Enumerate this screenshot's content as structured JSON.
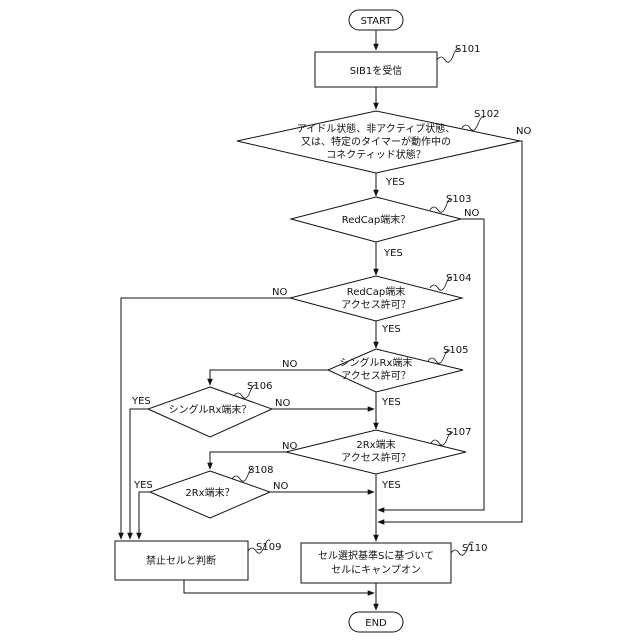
{
  "flowchart": {
    "start_label": "START",
    "end_label": "END",
    "s101": {
      "step": "S101",
      "lines": [
        "SIB1を受信"
      ]
    },
    "s102": {
      "step": "S102",
      "lines": [
        "アイドル状態、非アクティブ状態、",
        "又は、特定のタイマーが動作中の",
        "コネクティッド状態？"
      ]
    },
    "s103": {
      "step": "S103",
      "lines": [
        "RedCap端末？"
      ]
    },
    "s104": {
      "step": "S104",
      "lines": [
        "RedCap端末",
        "アクセス許可？"
      ]
    },
    "s105": {
      "step": "S105",
      "lines": [
        "シングルRx端末",
        "アクセス許可？"
      ]
    },
    "s106": {
      "step": "S106",
      "lines": [
        "シングルRx端末？"
      ]
    },
    "s107": {
      "step": "S107",
      "lines": [
        "2Rx端末",
        "アクセス許可？"
      ]
    },
    "s108": {
      "step": "S108",
      "lines": [
        "2Rx端末？"
      ]
    },
    "s109": {
      "step": "S109",
      "lines": [
        "禁止セルと判断"
      ]
    },
    "s110": {
      "step": "S110",
      "lines": [
        "セル選択基準Sに基づいて",
        "セルにキャンプオン"
      ]
    },
    "yes_label": "YES",
    "no_label": "NO"
  }
}
